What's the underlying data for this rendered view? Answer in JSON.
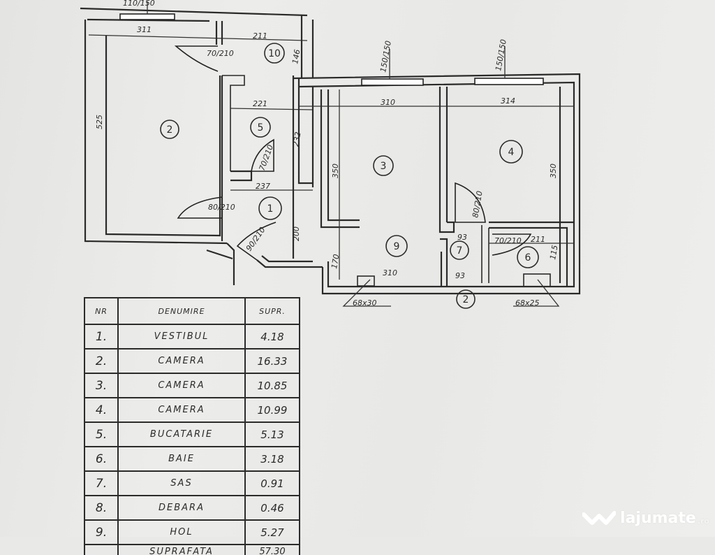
{
  "floorplan": {
    "rooms": [
      {
        "nr": "1",
        "label": "1"
      },
      {
        "nr": "2",
        "label": "2"
      },
      {
        "nr": "3",
        "label": "3"
      },
      {
        "nr": "4",
        "label": "4"
      },
      {
        "nr": "5",
        "label": "5"
      },
      {
        "nr": "6",
        "label": "6"
      },
      {
        "nr": "7",
        "label": "7"
      },
      {
        "nr": "8",
        "label": "2"
      },
      {
        "nr": "9",
        "label": "9"
      },
      {
        "nr": "10",
        "label": "10"
      }
    ],
    "dimensions": {
      "room2_width": "311",
      "room2_height": "525",
      "room10_width": "211",
      "room10_height": "146",
      "room5_width": "221",
      "room5_height": "232",
      "hall_width": "237",
      "room1_height": "200",
      "room3_width": "310",
      "room3_height": "350",
      "room4_width": "314",
      "room4_height": "350",
      "room9_width": "310",
      "room9_height": "170",
      "room7_width": "93",
      "room7_lower": "93",
      "room6_width": "211",
      "room6_height": "115",
      "win_room2": "110/150",
      "win_room3": "150/150",
      "win_room4": "150/150",
      "door_room10": "70/210",
      "door_room5": "70/210",
      "door_room2": "80/210",
      "door_entry": "90/210",
      "door_room4": "80/210",
      "door_sas": "80",
      "door_bath": "70/210",
      "vent_hol": "68x30",
      "vent_bath": "68x25"
    }
  },
  "table": {
    "headers": {
      "nr": "NR",
      "name": "DENUMIRE",
      "area": "SUPR."
    },
    "rows": [
      {
        "nr": "1.",
        "name": "VESTIBUL",
        "area": "4.18"
      },
      {
        "nr": "2.",
        "name": "CAMERA",
        "area": "16.33"
      },
      {
        "nr": "3.",
        "name": "CAMERA",
        "area": "10.85"
      },
      {
        "nr": "4.",
        "name": "CAMERA",
        "area": "10.99"
      },
      {
        "nr": "5.",
        "name": "BUCATARIE",
        "area": "5.13"
      },
      {
        "nr": "6.",
        "name": "BAIE",
        "area": "3.18"
      },
      {
        "nr": "7.",
        "name": "SAS",
        "area": "0.91"
      },
      {
        "nr": "8.",
        "name": "DEBARA",
        "area": "0.46"
      },
      {
        "nr": "9.",
        "name": "HOL",
        "area": "5.27"
      }
    ],
    "partial_row": {
      "nr": "",
      "name": "SUPRAFATA",
      "area": "57.30"
    }
  },
  "watermark": {
    "brand": "lajumate",
    "tld": ".ro"
  }
}
